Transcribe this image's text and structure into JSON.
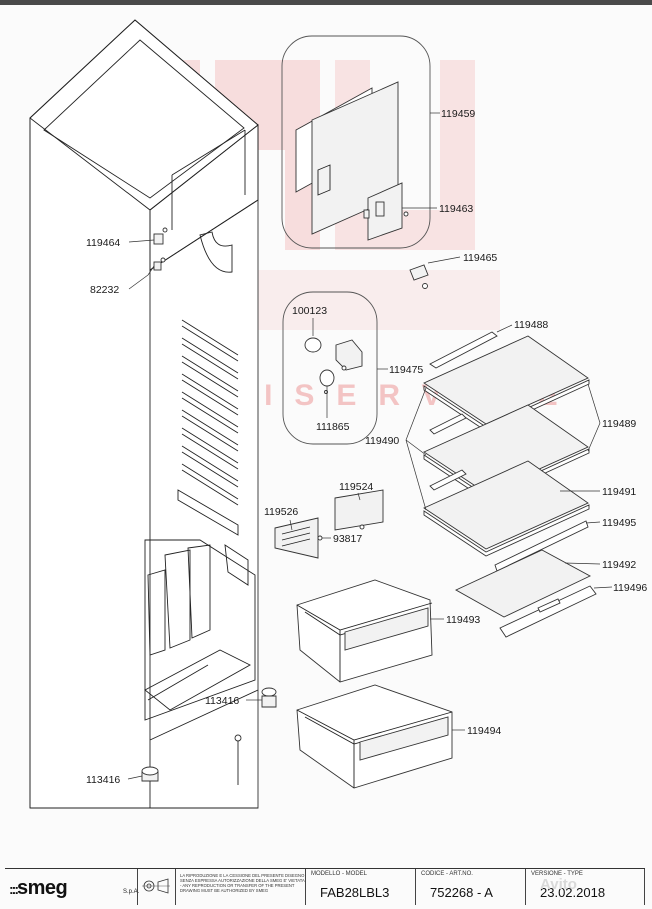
{
  "watermark": {
    "text": "MULTISERVICE",
    "color": "#f3c4c4"
  },
  "parts": [
    {
      "code": "119459"
    },
    {
      "code": "119463"
    },
    {
      "code": "119464"
    },
    {
      "code": "82232"
    },
    {
      "code": "119465"
    },
    {
      "code": "100123"
    },
    {
      "code": "119488"
    },
    {
      "code": "119475"
    },
    {
      "code": "111865"
    },
    {
      "code": "119490"
    },
    {
      "code": "119489"
    },
    {
      "code": "119524"
    },
    {
      "code": "119491"
    },
    {
      "code": "119526"
    },
    {
      "code": "93817"
    },
    {
      "code": "119495"
    },
    {
      "code": "119492"
    },
    {
      "code": "119496"
    },
    {
      "code": "119493"
    },
    {
      "code": "113416"
    },
    {
      "code": "119494"
    },
    {
      "code": "113416"
    }
  ],
  "footer": {
    "brand": "smeg",
    "company_suffix": "S.p.A.",
    "legal_text": "LA RIPRODUZIONE E LA CESSIONE DEL PRESENTE DISEGNO SENZA ESPRESSA AUTORIZZAZIONE DELLA SMEG E' VIETATA - ANY REPRODUCTION OR TRANSFER OF THE PRESENT DRAWING MUST BE AUTHORIZED BY SMEG",
    "model_label": "MODELLO - MODEL",
    "model_value": "FAB28LBL3",
    "code_label": "CODICE - ART.NO.",
    "code_value": "752268 - A",
    "version_label": "VERSIONE - TYPE",
    "version_value": "23.02.2018"
  },
  "overlay_badge": "Avito",
  "colors": {
    "line": "#222222",
    "watermark": "#f3c4c4",
    "background": "#fbfbfb"
  }
}
